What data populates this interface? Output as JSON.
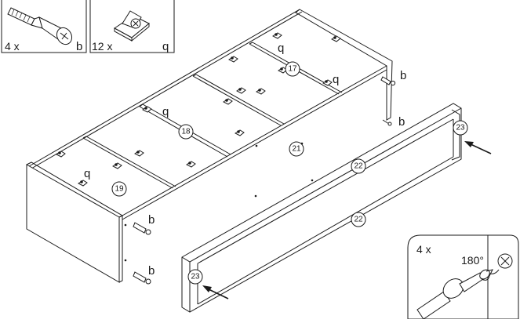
{
  "legend": [
    {
      "count": "4 x",
      "letter": "b",
      "icon": "cam-dowel-icon"
    },
    {
      "count": "12 x",
      "letter": "q",
      "icon": "shelf-support-clip-icon"
    }
  ],
  "part_numbers": {
    "p17": "17",
    "p18": "18",
    "p19": "19",
    "p21": "21",
    "p22_top": "22",
    "p22_bottom": "22",
    "p23_right": "23",
    "p23_left": "23"
  },
  "callouts": {
    "q_top_right": "q",
    "q_top_left": "q",
    "q_middle": "q",
    "q_bottom": "q",
    "b_top": "b",
    "b_second": "b",
    "b_lower": "b",
    "b_bottom": "b"
  },
  "detail": {
    "count": "4 x",
    "angle": "180°"
  }
}
